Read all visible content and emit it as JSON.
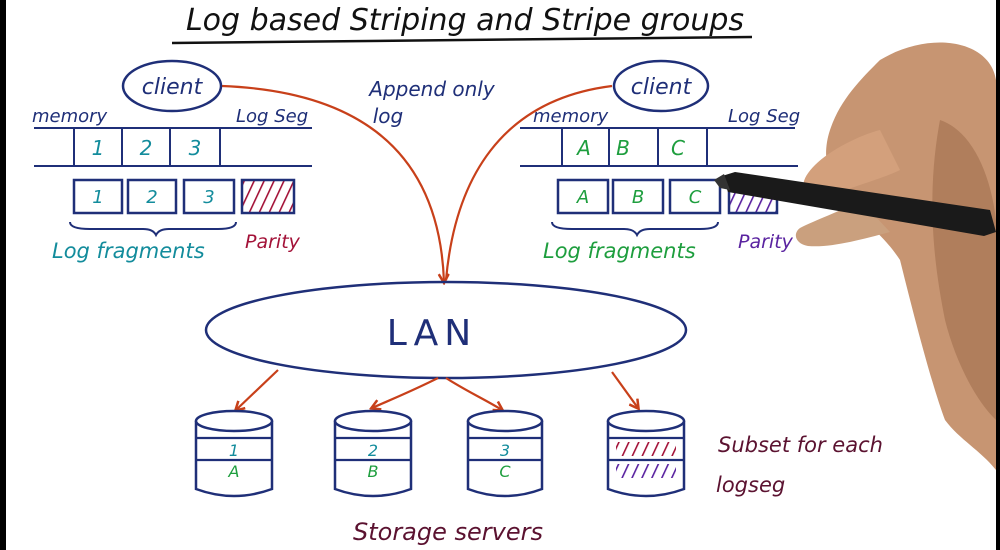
{
  "title": "Log based Striping and Stripe groups",
  "note_append": [
    "Append only",
    "log"
  ],
  "colors": {
    "navy": "#1f2f78",
    "teal": "#138c9c",
    "green": "#1e9e3e",
    "crimson": "#a31238",
    "purple": "#5a23a0",
    "arrow": "#c8401a",
    "maroon": "#5b1230"
  },
  "left_client": {
    "label": "client",
    "memory_label": "memory",
    "logseg_label": "Log Seg",
    "memory_cells": [
      "1",
      "2",
      "3"
    ],
    "fragments": [
      "1",
      "2",
      "3"
    ],
    "fragments_label": "Log fragments",
    "parity_label": "Parity"
  },
  "right_client": {
    "label": "client",
    "memory_label": "memory",
    "logseg_label": "Log Seg",
    "memory_cells": [
      "A",
      "B",
      "C"
    ],
    "fragments": [
      "A",
      "B",
      "C"
    ],
    "fragments_label": "Log fragments",
    "parity_label": "Parity"
  },
  "network": {
    "label": "LAN"
  },
  "servers": [
    {
      "top": "1",
      "bottom": "A"
    },
    {
      "top": "2",
      "bottom": "B"
    },
    {
      "top": "3",
      "bottom": "C"
    },
    {
      "top": "parity",
      "bottom": "parity"
    }
  ],
  "servers_label": "Storage servers",
  "subset_note": [
    "Subset for each",
    "logseg"
  ]
}
